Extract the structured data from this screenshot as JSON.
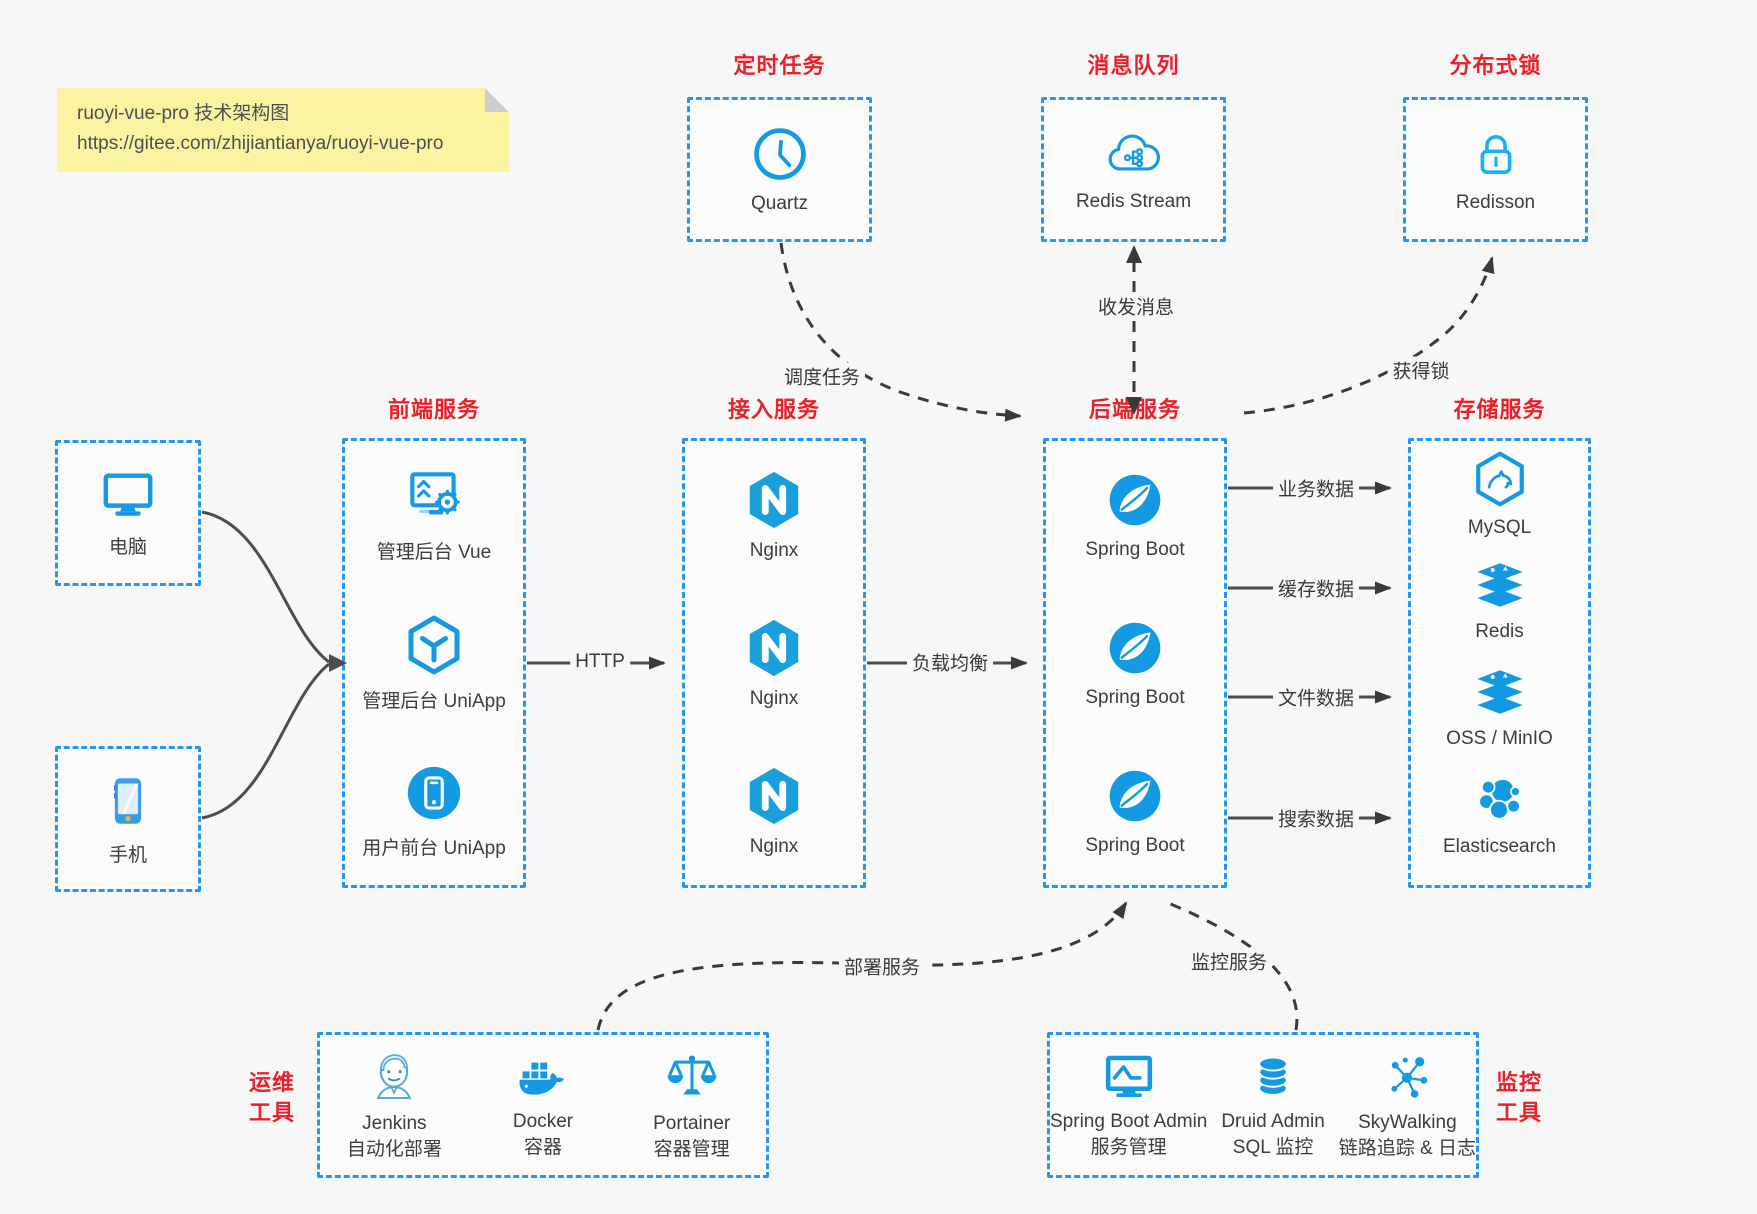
{
  "note": {
    "line1": "ruoyi-vue-pro 技术架构图",
    "line2": "https://gitee.com/zhijiantianya/ruoyi-vue-pro"
  },
  "colors": {
    "accent_blue": "#1499e3",
    "dashed_border": "#2196f3",
    "title_red": "#e8212b",
    "note_bg": "#faf3a2",
    "arrow_gray": "#3f3f3f",
    "background": "#f7f7f7"
  },
  "top_boxes": [
    {
      "title": "定时任务",
      "item": {
        "label": "Quartz",
        "icon": "clock-icon"
      }
    },
    {
      "title": "消息队列",
      "item": {
        "label": "Redis Stream",
        "icon": "cloud-stream-icon"
      }
    },
    {
      "title": "分布式锁",
      "item": {
        "label": "Redisson",
        "icon": "lock-icon"
      }
    }
  ],
  "clients": [
    {
      "label": "电脑",
      "icon": "desktop-icon"
    },
    {
      "label": "手机",
      "icon": "phone-icon"
    }
  ],
  "columns": {
    "frontend": {
      "title": "前端服务",
      "items": [
        {
          "label": "管理后台 Vue",
          "icon": "admin-vue-icon"
        },
        {
          "label": "管理后台 UniApp",
          "icon": "uniapp-hexagon-icon"
        },
        {
          "label": "用户前台 UniApp",
          "icon": "user-app-icon"
        }
      ]
    },
    "access": {
      "title": "接入服务",
      "items": [
        {
          "label": "Nginx",
          "icon": "nginx-icon"
        },
        {
          "label": "Nginx",
          "icon": "nginx-icon"
        },
        {
          "label": "Nginx",
          "icon": "nginx-icon"
        }
      ]
    },
    "backend": {
      "title": "后端服务",
      "items": [
        {
          "label": "Spring Boot",
          "icon": "spring-boot-icon"
        },
        {
          "label": "Spring Boot",
          "icon": "spring-boot-icon"
        },
        {
          "label": "Spring Boot",
          "icon": "spring-boot-icon"
        }
      ]
    },
    "storage": {
      "title": "存储服务",
      "items": [
        {
          "label": "MySQL",
          "icon": "mysql-icon"
        },
        {
          "label": "Redis",
          "icon": "redis-stack-icon"
        },
        {
          "label": "OSS / MinIO",
          "icon": "oss-stack-icon"
        },
        {
          "label": "Elasticsearch",
          "icon": "elasticsearch-icon"
        }
      ]
    }
  },
  "bottom_boxes": {
    "ops": {
      "title_line1": "运维",
      "title_line2": "工具",
      "items": [
        {
          "name": "Jenkins",
          "desc": "自动化部署",
          "icon": "jenkins-icon"
        },
        {
          "name": "Docker",
          "desc": "容器",
          "icon": "docker-icon"
        },
        {
          "name": "Portainer",
          "desc": "容器管理",
          "icon": "portainer-icon"
        }
      ]
    },
    "monitor": {
      "title_line1": "监控",
      "title_line2": "工具",
      "items": [
        {
          "name": "Spring Boot Admin",
          "desc": "服务管理",
          "icon": "spring-boot-admin-icon"
        },
        {
          "name": "Druid Admin",
          "desc": "SQL 监控",
          "icon": "druid-database-icon"
        },
        {
          "name": "SkyWalking",
          "desc": "链路追踪 & 日志",
          "icon": "skywalking-icon"
        }
      ]
    }
  },
  "edges": {
    "http": "HTTP",
    "load_balance": "负载均衡",
    "schedule": "调度任务",
    "message": "收发消息",
    "lock": "获得锁",
    "business_data": "业务数据",
    "cache_data": "缓存数据",
    "file_data": "文件数据",
    "search_data": "搜索数据",
    "deploy": "部署服务",
    "monitor": "监控服务"
  }
}
